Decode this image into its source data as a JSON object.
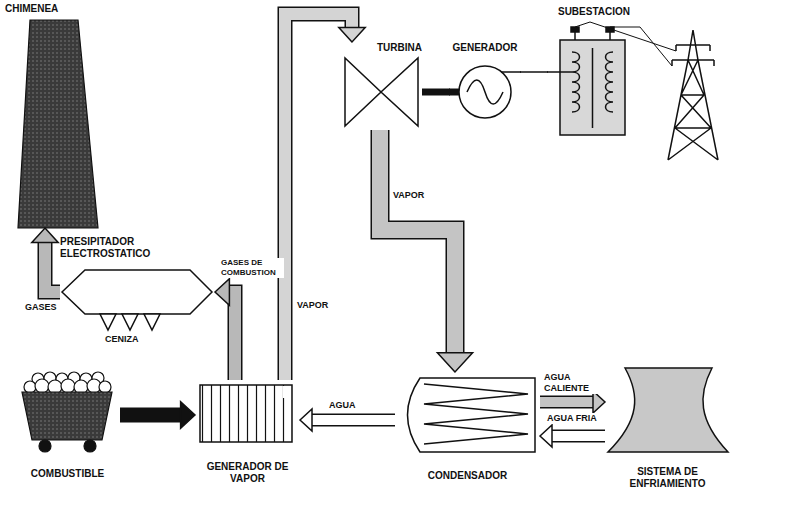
{
  "diagram": {
    "nodes": [
      {
        "text": [
          "CHIMENEA"
        ]
      },
      {
        "text": [
          "PRESIPITADOR ELECTROSTATICO"
        ]
      },
      {
        "text": [
          "TURBINA"
        ]
      },
      {
        "text": [
          "GENERADOR"
        ]
      },
      {
        "text": [
          "SUBESTACION"
        ]
      },
      {
        "text": [
          "COMBUSTIBLE"
        ]
      },
      {
        "text": [
          "GENERADOR DE VAPOR"
        ]
      },
      {
        "text": [
          "CONDENSADOR"
        ]
      },
      {
        "text": [
          "SISTEMA DE ENFRIAMIENTO"
        ]
      }
    ],
    "edges": [
      {
        "from": 5,
        "to": 6,
        "arrow": "to"
      },
      {
        "from": 6,
        "to": 1,
        "label": "GASES DE COMBUSTION",
        "arrow": "to"
      },
      {
        "from": 1,
        "to": 0,
        "label": "GASES",
        "arrow": "to"
      },
      {
        "from": 6,
        "to": 2,
        "label": "VAPOR",
        "arrow": "to"
      },
      {
        "from": 2,
        "to": 7,
        "label": "VAPOR",
        "arrow": "to"
      },
      {
        "from": 7,
        "to": 6,
        "label": "AGUA",
        "arrow": "to"
      },
      {
        "from": 7,
        "to": 8,
        "label": "AGUA CALIENTE",
        "arrow": "to"
      },
      {
        "from": 8,
        "to": 7,
        "label": "AGUA FRIA",
        "arrow": "to"
      },
      {
        "from": 2,
        "to": 3,
        "arrow": "none"
      },
      {
        "from": 3,
        "to": 4,
        "arrow": "none"
      }
    ],
    "labels": [
      "CENIZA"
    ]
  }
}
